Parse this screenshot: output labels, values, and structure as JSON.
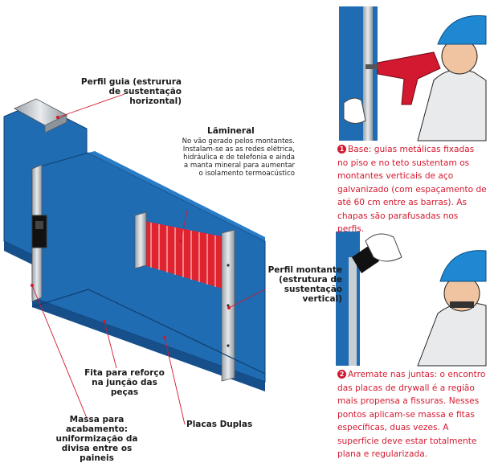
{
  "labels": {
    "perfil_guia": "Perfil guia (estrurura de sustentação horizontal)",
    "lamineral_title": "Lãmineral",
    "lamineral_desc": "No vão gerado pelos montantes. Instalam-se as as redes elétrica, hidráulica e de telefonia e ainda a manta mineral para aumentar o isolamento termoacústico",
    "perfil_montante": "Perfil montante (estrutura de sustentação vertical)",
    "fita": "Fita para reforço na junção das peças",
    "massa": "Massa para acabamento: uniformização da divisa entre os paineis",
    "placas": "Placas Duplas"
  },
  "steps": [
    {
      "number": "1",
      "text": "Base: guias metálicas fixadas no piso e no teto sustentam os montantes verticais de aço galvanizado (com espaçamento de até 60 cm entre as barras). As chapas são parafusadas nos perfis."
    },
    {
      "number": "2",
      "text": "Arremate nas juntas: o encontro das placas de drywall é a região mais propensa a fissuras. Nesses pontos aplicam-se massa e fitas específicas, duas vezes. A superfície deve estar totalmente plana e regularizada."
    }
  ],
  "colors": {
    "panel_blue": "#1f6cb3",
    "panel_dark": "#164f8a",
    "metal": "#c9ced3",
    "wool_red": "#e0242f",
    "text_red": "#d3192f",
    "helmet": "#1e88d2"
  }
}
